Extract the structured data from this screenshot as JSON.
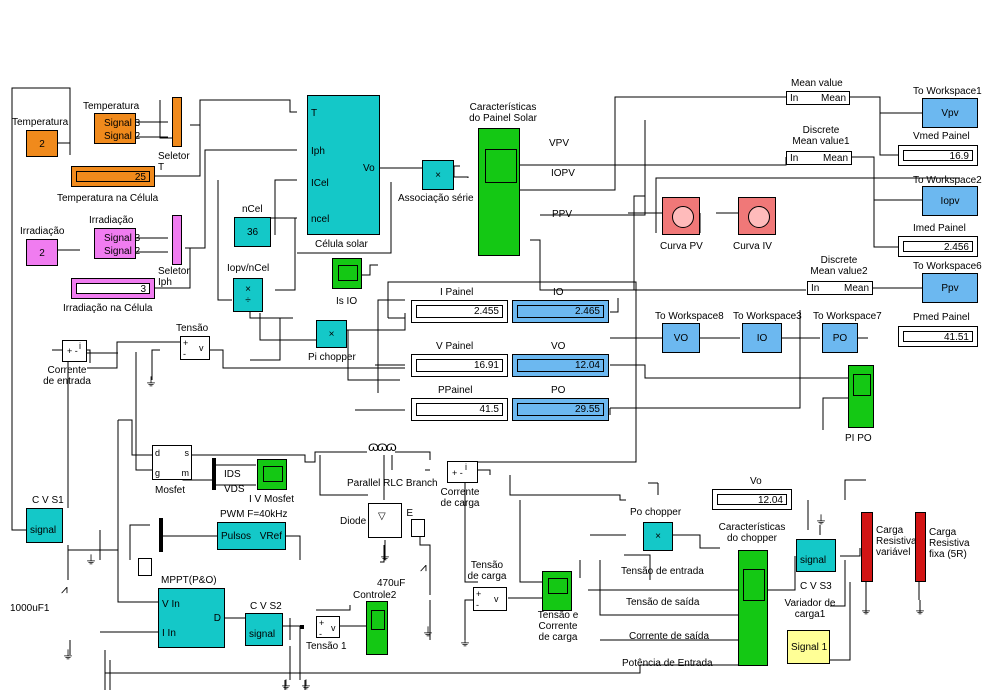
{
  "colors": {
    "orange": "#f08a1c",
    "magenta": "#f07cf0",
    "cyan": "#14c8c8",
    "green": "#14c814",
    "blue": "#6cb8f0",
    "pink": "#f07878",
    "red": "#d21414",
    "yellow": "#ffff96"
  },
  "sources": {
    "temperature": {
      "label": "Temperatura",
      "value": "2"
    },
    "irradiation": {
      "label": "Irradiação",
      "value": "2"
    },
    "ncel": {
      "label": "nCel",
      "value": "36"
    }
  },
  "builders": {
    "temp": {
      "title": "Temperatura",
      "sig3": "Signal 3",
      "sig2": "Signal 2"
    },
    "irr": {
      "title": "Irradiação",
      "sig3": "Signal 3",
      "sig2": "Signal 2"
    }
  },
  "selectors": {
    "t": "Seletor\nT",
    "iph": "Seletor\nIph"
  },
  "cell": {
    "title": "Célula solar",
    "ports": {
      "t": "T",
      "iph": "Iph",
      "icel": "ICel",
      "ncel": "ncel",
      "vo": "Vo"
    }
  },
  "series": {
    "label": "Associação série"
  },
  "panel": {
    "title": "Características\ndo Painel Solar",
    "vpv": "VPV",
    "iopv": "IOPV",
    "ppv": "PPV"
  },
  "means": {
    "m1": {
      "title": "Mean value",
      "in": "In",
      "out": "Mean"
    },
    "m2": {
      "title": "Discrete\nMean value1",
      "in": "In",
      "out": "Mean"
    },
    "m3": {
      "title": "Discrete\nMean value2",
      "in": "In",
      "out": "Mean"
    }
  },
  "scopes": {
    "pv": "Curva PV",
    "iv": "Curva IV",
    "isio": "Is IO",
    "ivmosfet": "I V Mosfet",
    "tensaocorr": "Tensão e\nCorrente\nde carga",
    "controle2": "Controle2",
    "pipo": "PI PO"
  },
  "workspaces": {
    "w1": {
      "title": "To Workspace1",
      "var": "Vpv"
    },
    "w2": {
      "title": "To Workspace2",
      "var": "Iopv"
    },
    "w6": {
      "title": "To Workspace6",
      "var": "Ppv"
    },
    "w8": {
      "title": "To Workspace8",
      "var": "VO"
    },
    "w3": {
      "title": "To Workspace3",
      "var": "IO"
    },
    "w7": {
      "title": "To Workspace7",
      "var": "PO"
    }
  },
  "displays": {
    "temp_cell": {
      "label": "Temperatura na Célula",
      "value": "25"
    },
    "irr_cell": {
      "label": "Irradiação na Célula",
      "value": "3"
    },
    "vmed": {
      "label": "Vmed Painel",
      "value": "16.9"
    },
    "imed": {
      "label": "Imed Painel",
      "value": "2.456"
    },
    "pmed": {
      "label": "Pmed Painel",
      "value": "41.51"
    },
    "ipainel": {
      "label": "I Painel",
      "value": "2.455"
    },
    "io": {
      "label": "IO",
      "value": "2.465"
    },
    "vpainel": {
      "label": "V Painel",
      "value": "16.91"
    },
    "vo": {
      "label": "VO",
      "value": "12.04"
    },
    "ppainel": {
      "label": "PPainel",
      "value": "41.5"
    },
    "po": {
      "label": "PO",
      "value": "29.55"
    },
    "vo2": {
      "label": "Vo",
      "value": "12.04"
    }
  },
  "products": {
    "iopvncel": "Iopv/nCel",
    "pichopper": "Pi chopper",
    "pochopper": "Po chopper"
  },
  "meas": {
    "tensao": "Tensão",
    "corr_entrada": "Corrente\nde entrada",
    "corr_carga": "Corrente\nde carga",
    "tensao_carga": "Tensão\nde carga",
    "tensao1": "Tensão 1"
  },
  "power": {
    "mosfet": "Mosfet",
    "rlc": "Parallel RLC Branch",
    "diode": "Diode",
    "cap470": "470uF",
    "cap1000": "1000uF1",
    "ids": "IDS",
    "vds": "VDS"
  },
  "pwm": {
    "title": "PWM F=40kHz",
    "pulsos": "Pulsos",
    "vref": "VRef"
  },
  "mppt": {
    "title": "MPPT(P&O)",
    "vin": "V In",
    "iin": "I In",
    "d": "D"
  },
  "cvs": {
    "s1": "C V S1",
    "s2": "C V S2",
    "s3": "C V S3",
    "signal": "signal"
  },
  "chopper": {
    "title": "Características\ndo chopper",
    "tensao_entrada": "Tensão de entrada",
    "tensao_saida": "Tensão de saída",
    "corrente_saida": "Corrente de saída",
    "potencia_entrada": "Potência de Entrada"
  },
  "loads": {
    "variavel": "Carga\nResistiva\nvariável",
    "fixa": "Carga\nResistiva\nfixa (5R)",
    "variador": "Variador de\ncarga1",
    "signal": "Signal 1"
  }
}
